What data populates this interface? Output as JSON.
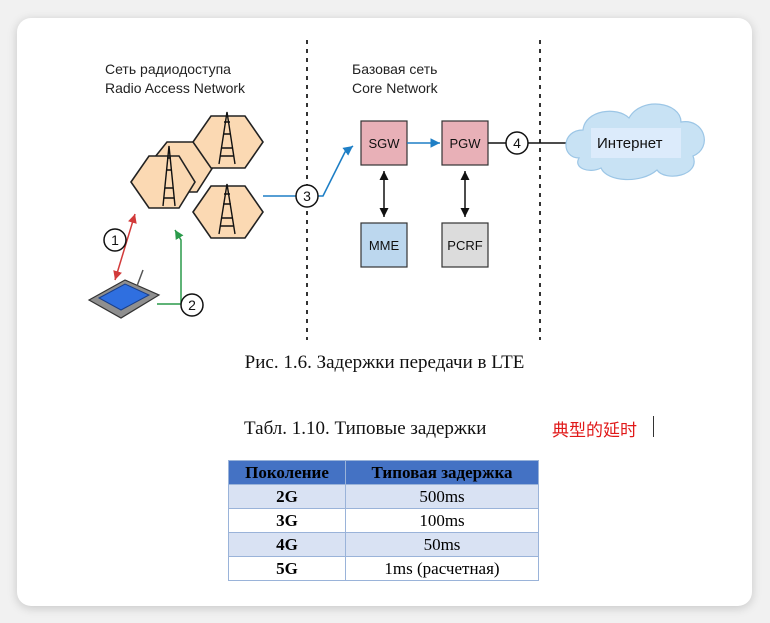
{
  "diagram": {
    "ran_label_ru": "Сеть радиодоступа",
    "ran_label_en": "Radio Access Network",
    "core_label_ru": "Базовая сеть",
    "core_label_en": "Core Network",
    "nodes": {
      "sgw": "SGW",
      "pgw": "PGW",
      "mme": "MME",
      "pcrf": "PCRF"
    },
    "internet_label": "Интернет",
    "markers": [
      "1",
      "2",
      "3",
      "4"
    ]
  },
  "figure_caption": "Рис. 1.6. Задержки передачи в LTE",
  "table": {
    "title": "Табл. 1.10. Типовые задержки",
    "annotation": "典型的延时",
    "headers": [
      "Поколение",
      "Типовая задержка"
    ],
    "rows": [
      {
        "generation": "2G",
        "latency": "500ms"
      },
      {
        "generation": "3G",
        "latency": "100ms"
      },
      {
        "generation": "4G",
        "latency": "50ms"
      },
      {
        "generation": "5G",
        "latency": "1ms (расчетная)"
      }
    ]
  },
  "colors": {
    "hex_fill": "#fbd9b3",
    "sgw_pgw_fill": "#e8b0b7",
    "mme_fill": "#bcd7ee",
    "pcrf_fill": "#dcdcdc",
    "cloud_fill": "#c8e2f4",
    "accent_blue": "#1e7fc6",
    "header_blue": "#4472c4",
    "annotation_red": "#e01818"
  }
}
